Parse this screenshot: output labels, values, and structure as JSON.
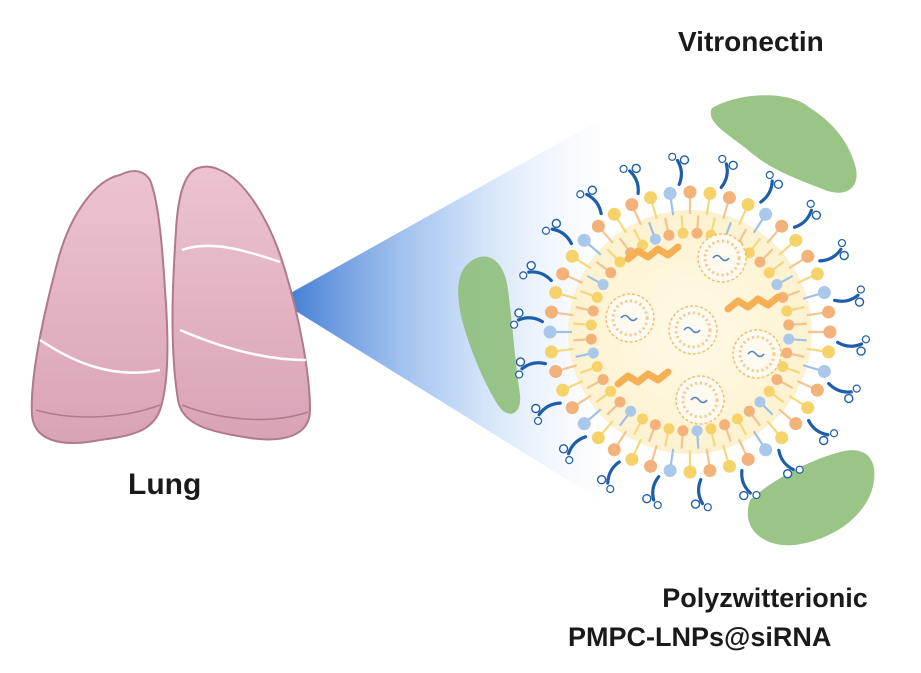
{
  "labels": {
    "lung": "Lung",
    "vitronectin": "Vitronectin",
    "particle_line1": "Polyzwitterionic",
    "particle_line2": "PMPC-LNPs@siRNA"
  },
  "colors": {
    "lung_fill": "#e5b7c6",
    "lung_outline": "#b07a8c",
    "beam": "#3d7fd8",
    "protein": "#8fbf7a",
    "polymer": "#1e5ea8",
    "particle_core": "#fff7dc"
  },
  "icons": [
    "lung-icon",
    "vitronectin-protein-icon",
    "lipid-nanoparticle-icon"
  ]
}
